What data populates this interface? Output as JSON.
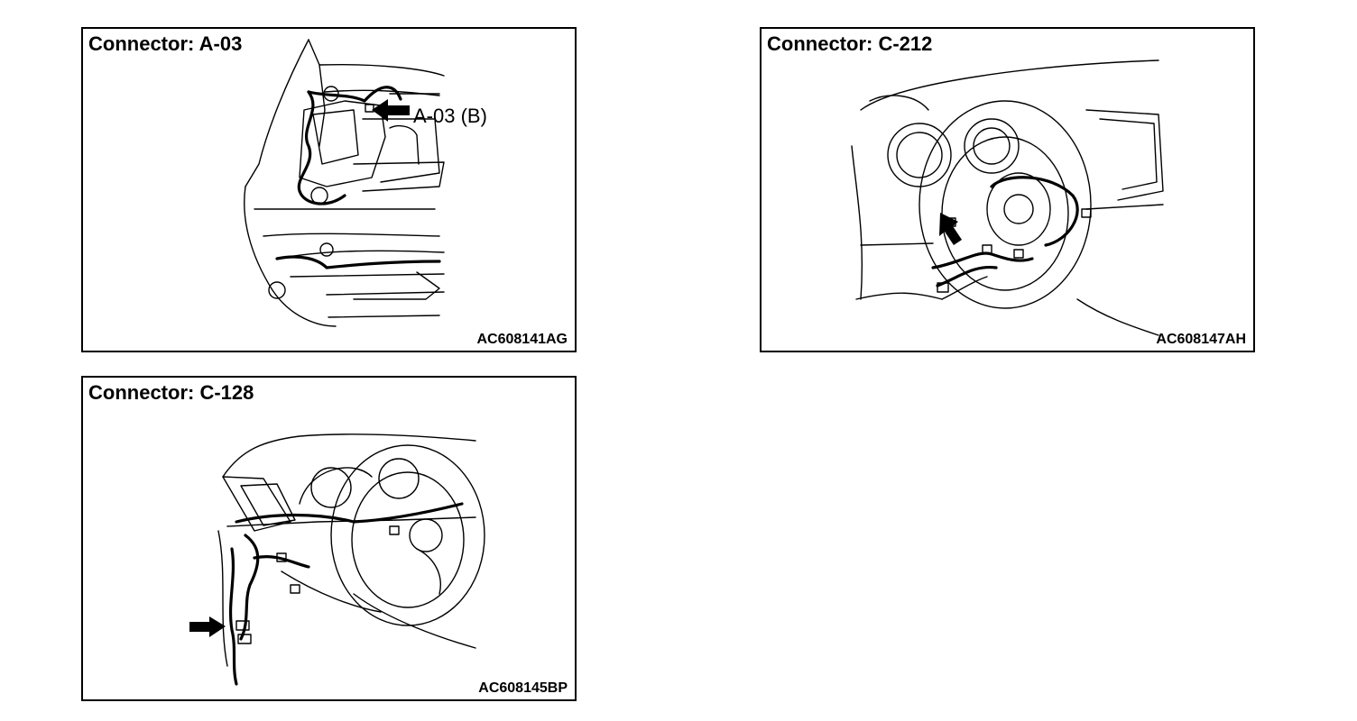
{
  "panels": [
    {
      "title": "Connector: A-03",
      "code": "AC608141AG",
      "callout": "A-03 (B)",
      "icon": "arrow-pointer-icon"
    },
    {
      "title": "Connector: C-212",
      "code": "AC608147AH",
      "icon": "arrow-pointer-icon"
    },
    {
      "title": "Connector: C-128",
      "code": "AC608145BP",
      "icon": "arrow-pointer-icon"
    }
  ]
}
